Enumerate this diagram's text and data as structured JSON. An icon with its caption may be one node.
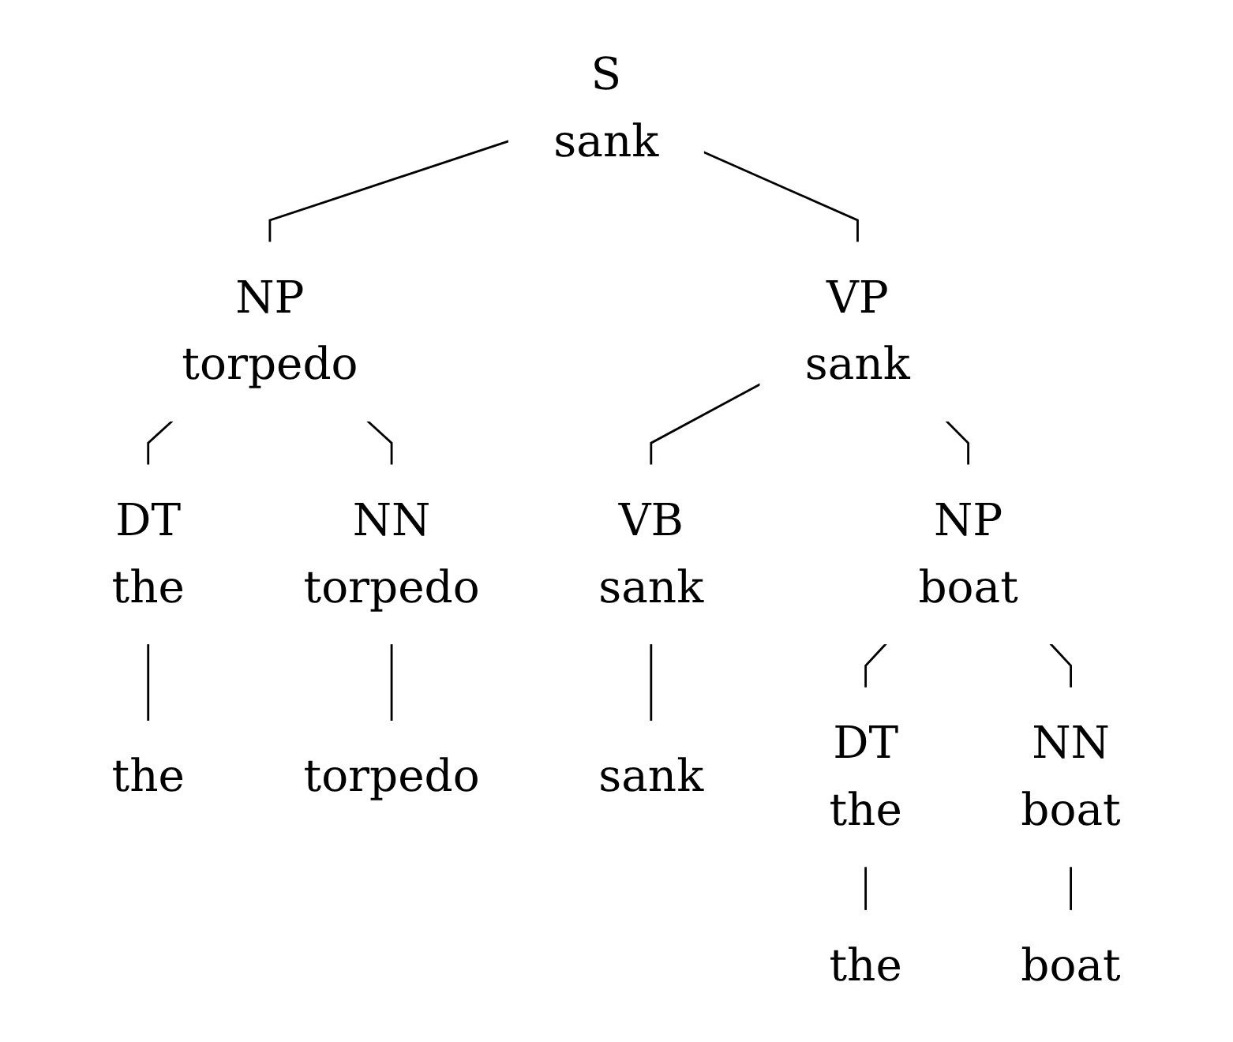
{
  "diagram": {
    "nodes": [
      {
        "text": [
          "S",
          "sank"
        ]
      },
      {
        "text": [
          "NP",
          "torpedo"
        ]
      },
      {
        "text": [
          "VP",
          "sank"
        ]
      },
      {
        "text": [
          "DT",
          "the"
        ]
      },
      {
        "text": [
          "NN",
          "torpedo"
        ]
      },
      {
        "text": [
          "VB",
          "sank"
        ]
      },
      {
        "text": [
          "NP",
          "boat"
        ]
      },
      {
        "text": [
          "the"
        ]
      },
      {
        "text": [
          "torpedo"
        ]
      },
      {
        "text": [
          "sank"
        ]
      },
      {
        "text": [
          "DT",
          "the"
        ]
      },
      {
        "text": [
          "NN",
          "boat"
        ]
      },
      {
        "text": [
          "the"
        ]
      },
      {
        "text": [
          "boat"
        ]
      }
    ],
    "edges": [
      {
        "from": 0,
        "to": 1,
        "arrow": "none"
      },
      {
        "from": 0,
        "to": 2,
        "arrow": "none"
      },
      {
        "from": 1,
        "to": 3,
        "arrow": "none"
      },
      {
        "from": 1,
        "to": 4,
        "arrow": "none"
      },
      {
        "from": 2,
        "to": 5,
        "arrow": "none"
      },
      {
        "from": 2,
        "to": 6,
        "arrow": "none"
      },
      {
        "from": 3,
        "to": 7,
        "arrow": "none"
      },
      {
        "from": 4,
        "to": 8,
        "arrow": "none"
      },
      {
        "from": 5,
        "to": 9,
        "arrow": "none"
      },
      {
        "from": 6,
        "to": 10,
        "arrow": "none"
      },
      {
        "from": 6,
        "to": 11,
        "arrow": "none"
      },
      {
        "from": 10,
        "to": 12,
        "arrow": "none"
      },
      {
        "from": 11,
        "to": 13,
        "arrow": "none"
      }
    ]
  }
}
